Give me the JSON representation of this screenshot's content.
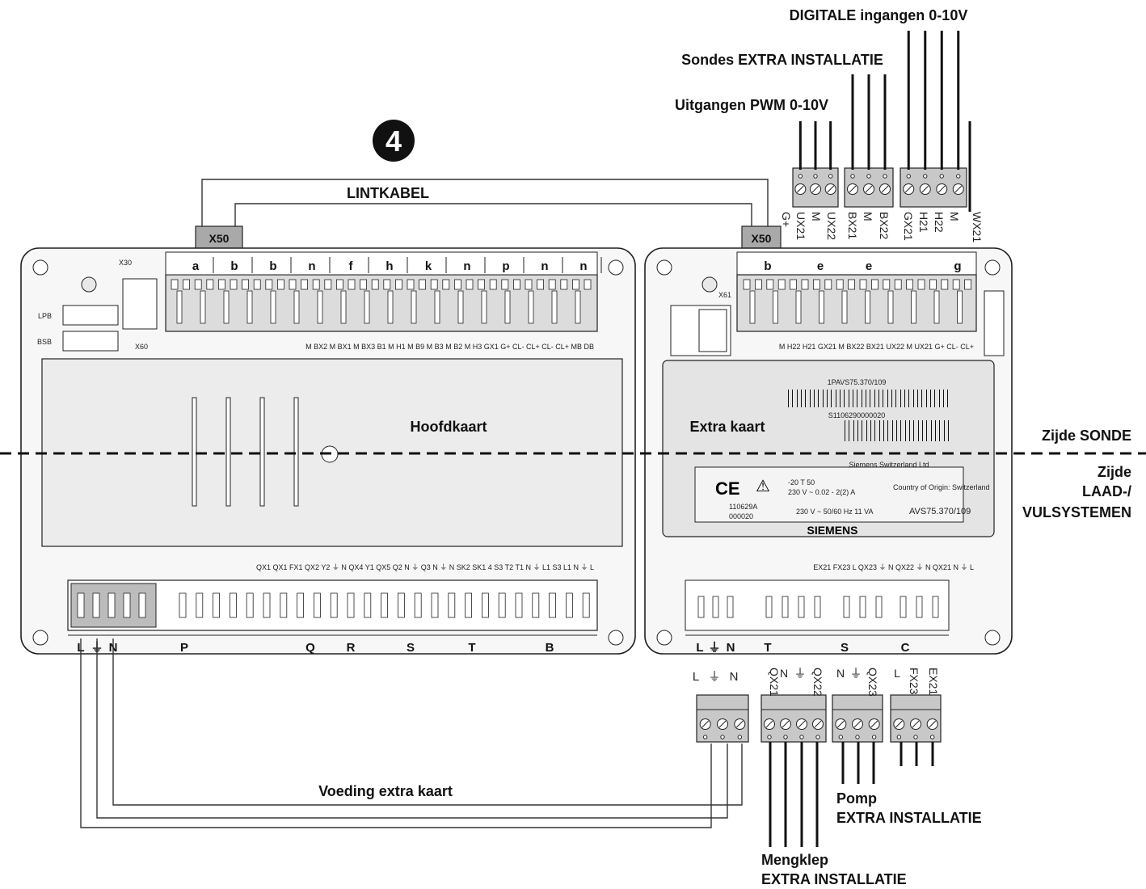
{
  "labels": {
    "digitale": "DIGITALE ingangen 0-10V",
    "sondes": "Sondes EXTRA INSTALLATIE",
    "uitgangen": "Uitgangen PWM 0-10V",
    "badge": "4",
    "lintkabel": "LINTKABEL",
    "x50_left": "X50",
    "x50_right": "X50",
    "hoofdkaart": "Hoofdkaart",
    "extra_kaart": "Extra kaart",
    "zijde_sonde": "Zijde SONDE",
    "zijde_laad_1": "Zijde",
    "zijde_laad_2": "LAAD-/",
    "zijde_laad_3": "VULSYSTEMEN",
    "voeding": "Voeding extra kaart",
    "pomp_1": "Pomp",
    "pomp_2": "EXTRA INSTALLATIE",
    "mengklep_1": "Mengklep",
    "mengklep_2": "EXTRA INSTALLATIE"
  },
  "right_top_terminals": [
    "G+",
    "UX21",
    "M",
    "UX22",
    "BX21",
    "M",
    "BX22",
    "GX21",
    "H21",
    "H22",
    "M",
    "WX21"
  ],
  "right_bottom_terminals": {
    "group1": [
      "L",
      "⏚",
      "N"
    ],
    "group2": [
      "QX21",
      "N",
      "⏚",
      "QX22"
    ],
    "group3": [
      "N",
      "⏚",
      "QX23"
    ],
    "group4": [
      "L",
      "FX23",
      "EX21"
    ]
  },
  "main_top_letters": [
    "a",
    "b",
    "b",
    "n",
    "f",
    "h",
    "k",
    "n",
    "p",
    "n",
    "n"
  ],
  "main_bottom_letters": [
    "L",
    "⏚",
    "N",
    "P",
    "Q",
    "R",
    "S",
    "T",
    "B"
  ],
  "extra_top_letters": [
    "b",
    "e",
    "e",
    "g"
  ],
  "extra_bottom_letters": [
    "L",
    "⏚",
    "N",
    "T",
    "S",
    "C"
  ],
  "main_top_pins": "M  BX2  M  BX1  M  BX3 B1  M  H1  M  B9  M  B3  M  B2  M  H3  GX1  G+  CL-  CL+  CL-  CL+  MB  DB",
  "main_bottom_pins": "QX1  QX1  FX1  QX2 Y2  ⏚  N  QX4 Y1  QX5 Q2  N  ⏚  Q3  N  ⏚  N  SK2  SK1  4  S3  T2  T1  N  ⏚  L1  S3  L1  N  ⏚  L",
  "extra_top_pins": "M  H22  H21  GX21  M  BX22  BX21  UX22  M  UX21  G+  CL-  CL+",
  "extra_bottom_pins": "EX21  FX23  L  QX23  ⏚  N  QX22  ⏚  N  QX21  N  ⏚  L",
  "side_labels": [
    "LPB",
    "BSB",
    "X60",
    "X30",
    "X61",
    "X50"
  ],
  "nameplate": {
    "brand": "SIEMENS",
    "model": "AVS75.370/109",
    "line1": "230 V ~   50/60 Hz   11 VA",
    "line2": "110629A",
    "line3": "000020",
    "origin": "Country of Origin: Switzerland",
    "rating": "230 V ~  0.02 - 2(2) A",
    "temp": "-20 T 50",
    "barcode_top": "1PAVS75.370/109",
    "barcode_bottom": "S1106290000020",
    "maker": "Siemens Switzerland Ltd"
  }
}
